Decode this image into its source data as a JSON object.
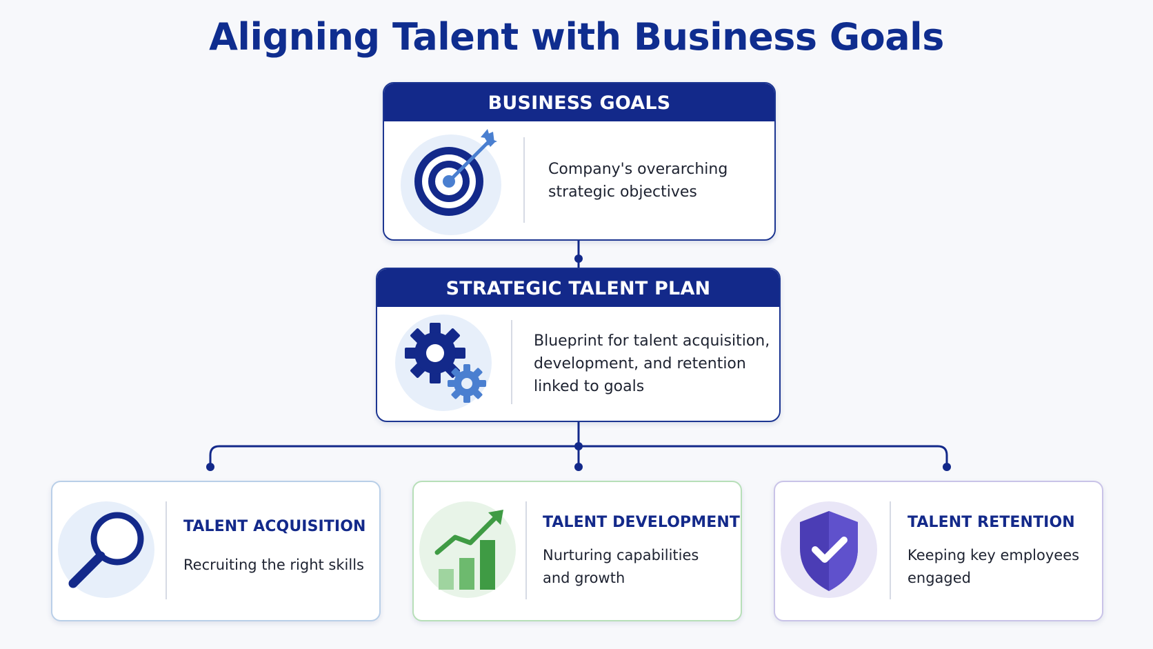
{
  "title": "Aligning Talent with Business Goals",
  "colors": {
    "primary": "#13298a",
    "acquisition_border": "#b9cfe8",
    "development_border": "#b7dfb8",
    "retention_border": "#c9c3e8"
  },
  "nodes": {
    "business_goals": {
      "header": "BUSINESS GOALS",
      "icon": "target-icon",
      "description_lines": [
        "Company's overarching",
        "strategic objectives"
      ]
    },
    "strategic_plan": {
      "header": "STRATEGIC TALENT PLAN",
      "icon": "gears-icon",
      "description_lines": [
        "Blueprint for talent acquisition,",
        "development, and retention",
        "linked to goals"
      ]
    },
    "acquisition": {
      "title": "TALENT ACQUISITION",
      "icon": "magnifier-icon",
      "description_lines": [
        "Recruiting the right skills"
      ]
    },
    "development": {
      "title": "TALENT DEVELOPMENT",
      "icon": "growth-chart-icon",
      "description_lines": [
        "Nurturing capabilities",
        "and growth"
      ]
    },
    "retention": {
      "title": "TALENT RETENTION",
      "icon": "shield-check-icon",
      "description_lines": [
        "Keeping key employees",
        "engaged"
      ]
    }
  }
}
